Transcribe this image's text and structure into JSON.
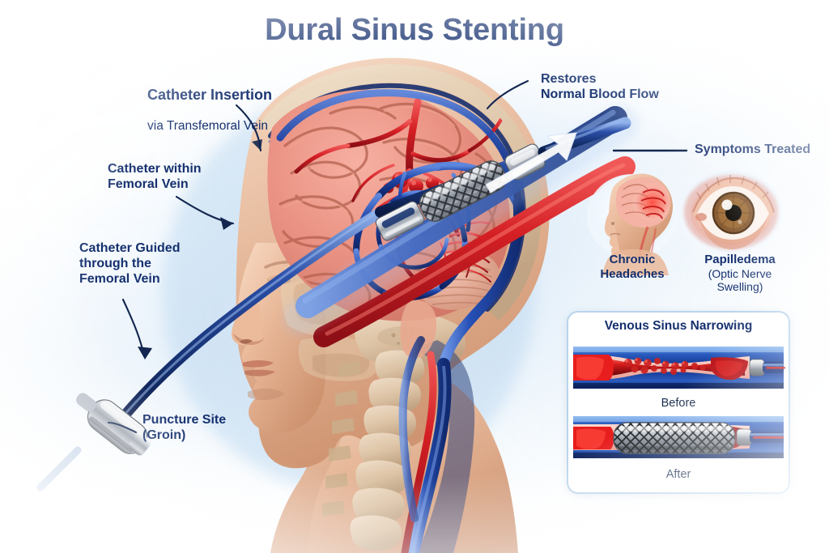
{
  "page": {
    "title": "Dural Sinus Stenting",
    "background_color": "#ffffff",
    "accent_color": "#15306e",
    "artery_color": "#d42020",
    "vein_color": "#1f3f9e",
    "stent_color": "#c9ccd2"
  },
  "labels": {
    "catheter_insertion": {
      "heading": "Catheter Insertion",
      "sub": "via Transfemoral Vein"
    },
    "catheter_within": "Catheter within\nFemoral Vein",
    "catheter_guided": "Catheter Guided\nthrough the\nFemoral Vein",
    "puncture_site": "Puncture Site\n(Groin)",
    "restores_flow": "Restores\nNormal Blood Flow",
    "symptoms_treated": "Symptoms Treated"
  },
  "symptoms": [
    {
      "icon": "head-pain-icon",
      "line1": "Chronic",
      "line2": "Headaches",
      "line3": ""
    },
    {
      "icon": "eye-icon",
      "line1": "Papilledema",
      "line2": "(Optic Nerve",
      "line3": "Swelling)"
    }
  ],
  "inset": {
    "title": "Venous Sinus Narrowing",
    "before_caption": "Before",
    "after_caption": "After"
  },
  "anatomy": {
    "head_profile": "sagittal-head-icon",
    "brain": "brain-icon",
    "cerebellum": "cerebellum-icon",
    "cervical_spine": "cervical-spine-icon",
    "catheter": "catheter-icon",
    "stent": "stent-mesh-icon",
    "sheath": "introducer-sheath-icon",
    "flow_arrow": "blood-flow-arrow-icon"
  }
}
